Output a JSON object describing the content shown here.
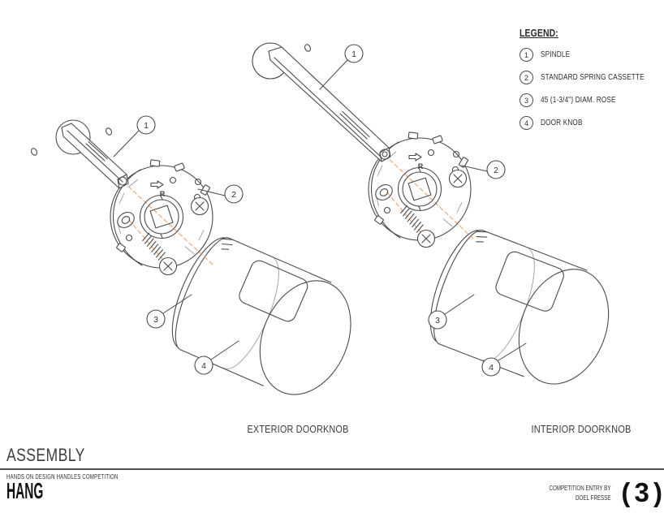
{
  "legend": {
    "title": "LEGEND:",
    "items": [
      {
        "num": "1",
        "label": "SPINDLE"
      },
      {
        "num": "2",
        "label": "STANDARD SPRING CASSETTE"
      },
      {
        "num": "3",
        "label": "45 (1-3/4\") DIAM. ROSE"
      },
      {
        "num": "4",
        "label": "DOOR KNOB"
      }
    ]
  },
  "diagrams": {
    "rotation_mark": "R",
    "exterior": {
      "label": "EXTERIOR DOORKNOB",
      "callouts": [
        "1",
        "2",
        "3",
        "4"
      ]
    },
    "interior": {
      "label": "INTERIOR DOORKNOB",
      "callouts": [
        "1",
        "2",
        "3",
        "4"
      ]
    }
  },
  "footer": {
    "section_title": "ASSEMBLY",
    "competition_name": "HANDS ON DESIGN HANDLES COMPETITION",
    "project_name": "HANG",
    "entry_line1": "COMPETITION ENTRY BY",
    "entry_line2": "DOEL FRESSE",
    "page_number": "( 3 )"
  },
  "colors": {
    "line": "#4b4b4b",
    "line_light": "#9e9e9e",
    "centerline": "#f1a368",
    "text": "#2b2b2b"
  }
}
